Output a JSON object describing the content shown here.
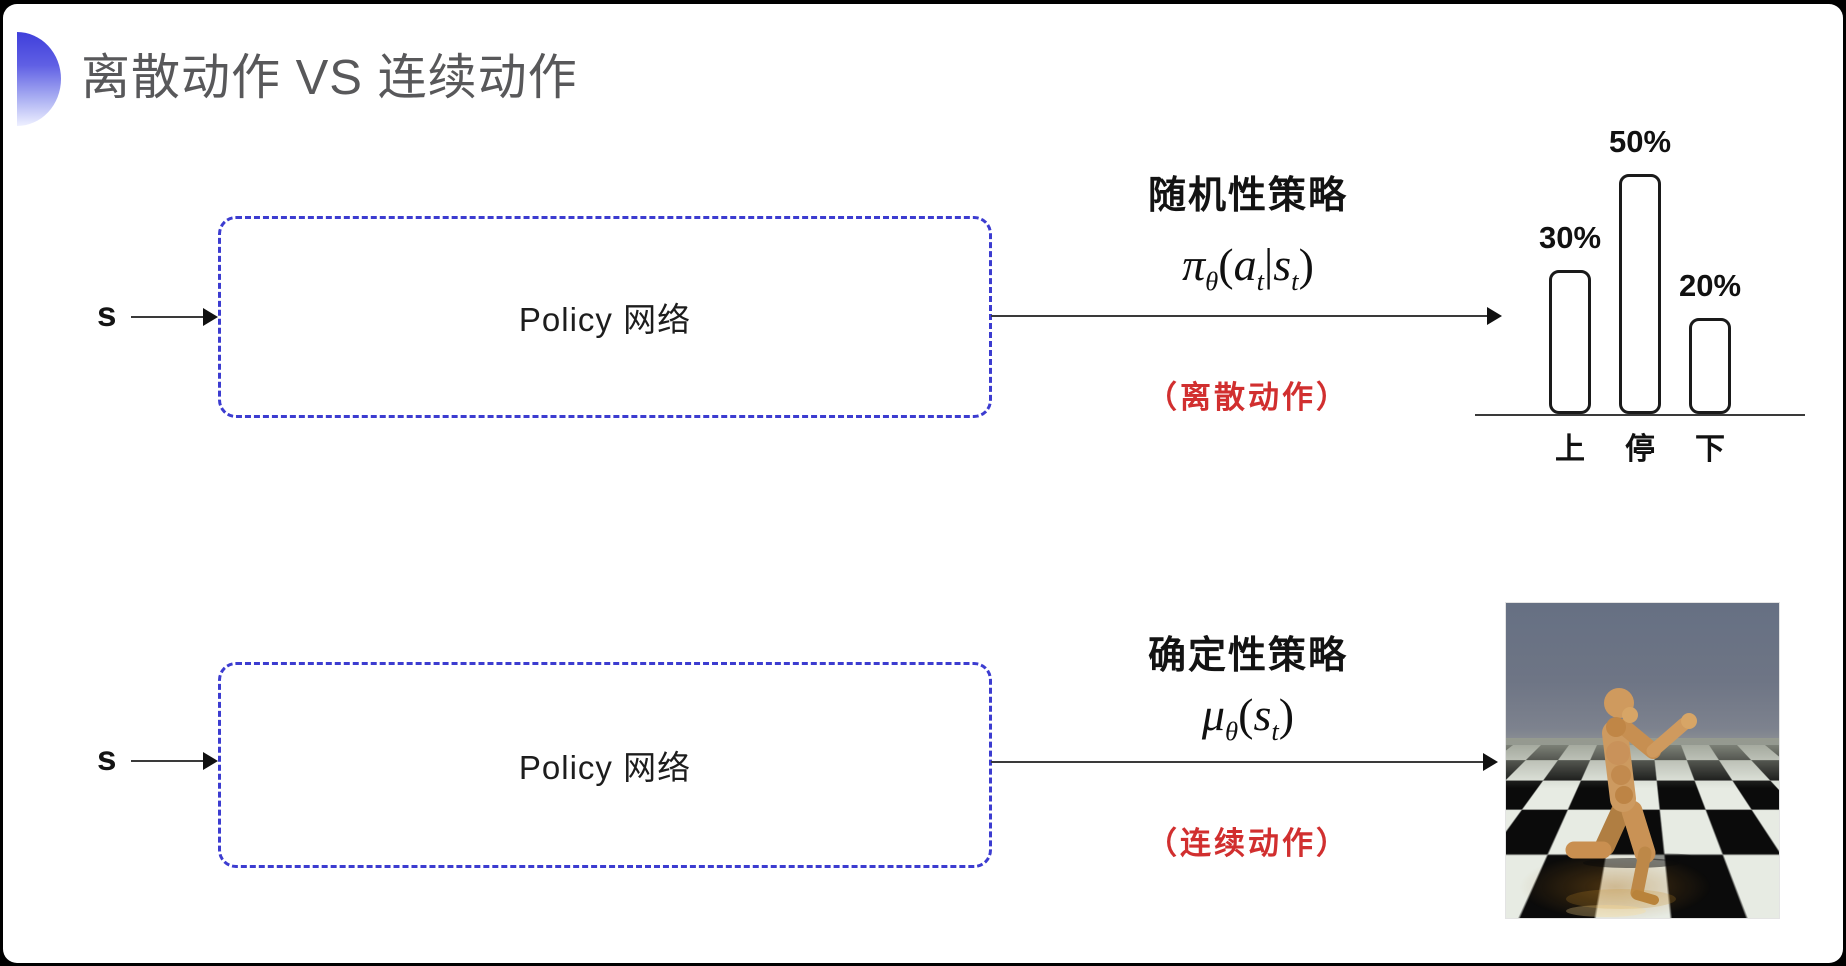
{
  "slide": {
    "title": "离散动作 VS 连续动作"
  },
  "top_flow": {
    "input_label": "s",
    "box_label": "Policy 网络",
    "policy_type_label": "随机性策略",
    "formula": {
      "base": "π",
      "base_sub": "θ",
      "open": "(",
      "arg1": "a",
      "arg1_sub": "t",
      "divider": "|",
      "arg2": "s",
      "arg2_sub": "t",
      "close": ")"
    },
    "action_note": "（离散动作）"
  },
  "bottom_flow": {
    "input_label": "s",
    "box_label": "Policy 网络",
    "policy_type_label": "确定性策略",
    "formula": {
      "base": "μ",
      "base_sub": "θ",
      "open": "(",
      "arg1": "s",
      "arg1_sub": "t",
      "close": ")"
    },
    "action_note": "（连续动作）"
  },
  "chart_data": {
    "type": "bar",
    "categories": [
      "上",
      "停",
      "下"
    ],
    "values": [
      30,
      50,
      20
    ],
    "value_labels": [
      "30%",
      "50%",
      "20%"
    ],
    "title": "",
    "xlabel": "",
    "ylabel": "",
    "ylim": [
      0,
      55
    ],
    "grid": false,
    "legend_position": "none"
  },
  "colors": {
    "box_border_blue": "#3c3cd0",
    "red_note": "#d12f2f",
    "title_gray": "#58585a",
    "arrow_black": "#2a2a2a",
    "deco_blue": "#3f3fdb"
  }
}
